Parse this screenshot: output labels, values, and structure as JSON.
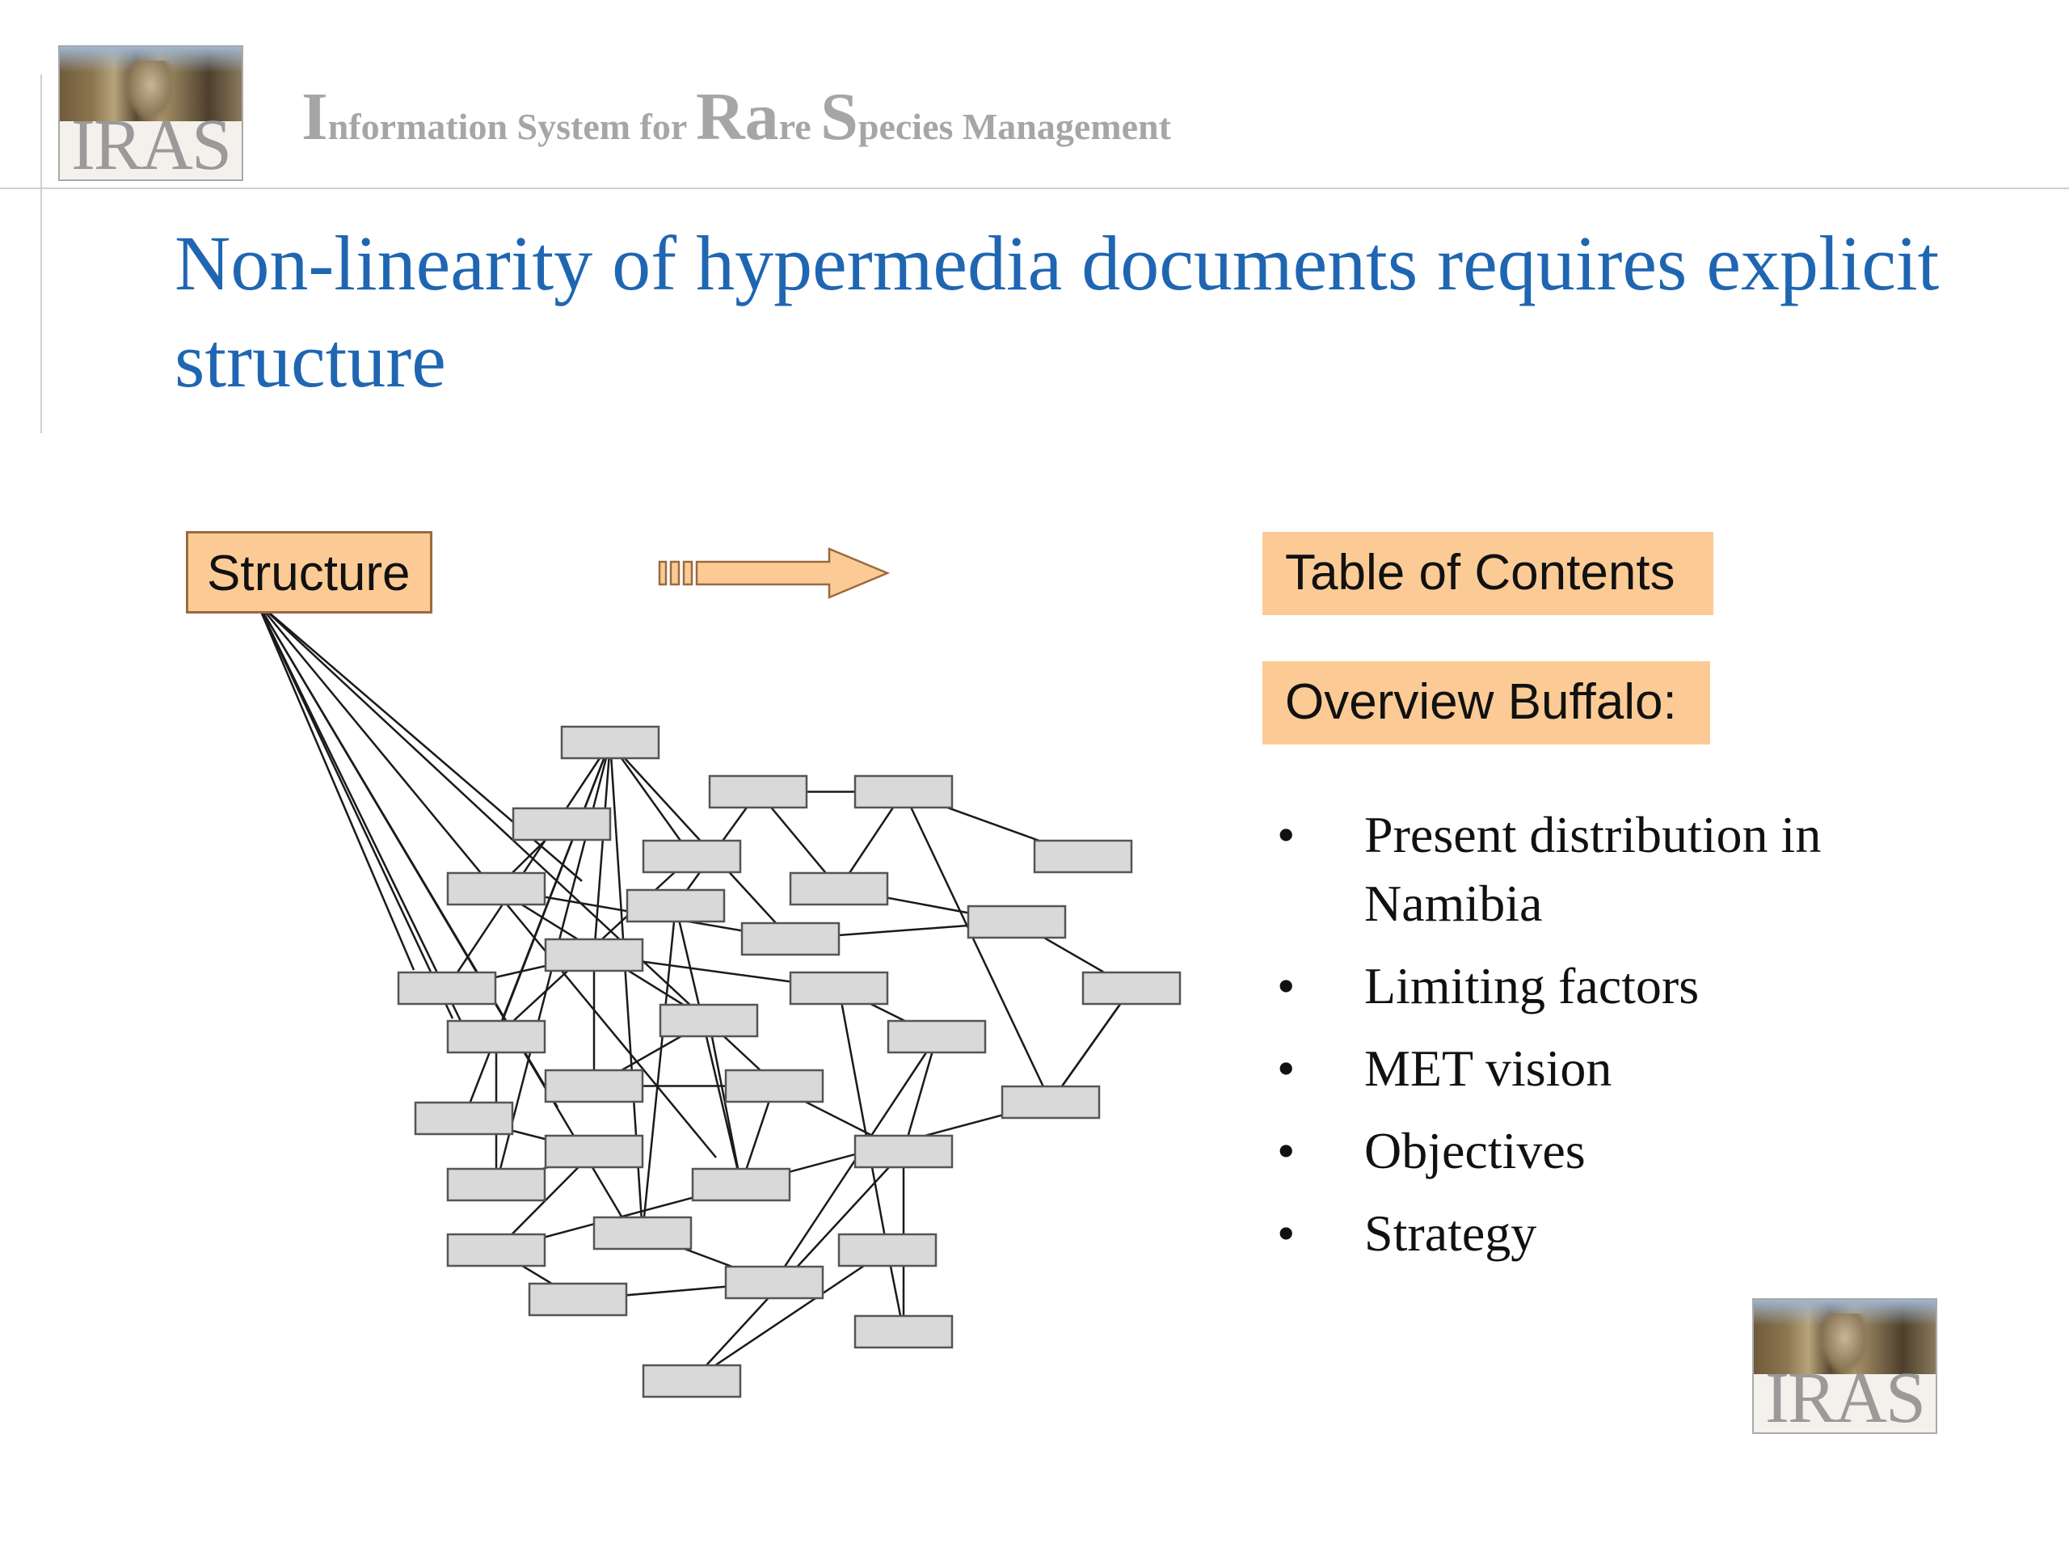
{
  "header": {
    "logo_text": "IRAS",
    "title_parts": [
      {
        "text": "I",
        "big": true
      },
      {
        "text": "nformation System for ",
        "big": false
      },
      {
        "text": "Ra",
        "big": true
      },
      {
        "text": "re ",
        "big": false
      },
      {
        "text": "S",
        "big": true
      },
      {
        "text": "pecies Management",
        "big": false
      }
    ]
  },
  "slide": {
    "title": "Non-linearity of hypermedia documents requires explicit structure"
  },
  "diagram": {
    "structure_label": "Structure",
    "toc_label": "Table of Contents",
    "overview_label": "Overview Buffalo:",
    "bullet_glyph": "•",
    "bullets": [
      "Present distribution in Namibia",
      "Limiting factors",
      "MET vision",
      "Objectives",
      "Strategy"
    ]
  },
  "footer": {
    "logo_text": "IRAS"
  },
  "colors": {
    "title": "#1f66b2",
    "orange_box": "#fccb95",
    "gray_node": "#d9d9d9",
    "header_gray": "#a6a6a6"
  }
}
